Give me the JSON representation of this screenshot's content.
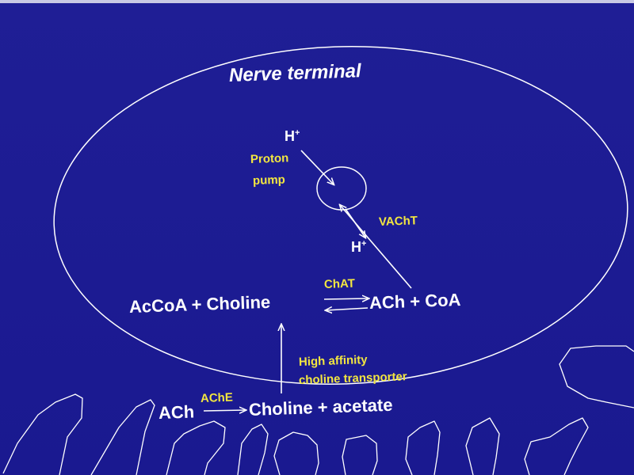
{
  "title": "Nerve terminal",
  "proton_ion_top": {
    "base": "H",
    "charge": "+"
  },
  "proton_ion_bottom": {
    "base": "H",
    "charge": "+"
  },
  "proton_pump_line1": "Proton",
  "proton_pump_line2": "pump",
  "vacht": "VAChT",
  "chat": "ChAT",
  "substrates": "AcCoA + Choline",
  "products": "ACh + CoA",
  "transporter_line1": "High affinity",
  "transporter_line2": "choline transporter",
  "ach": "ACh",
  "ache": "AChE",
  "breakdown_products": "Choline + acetate",
  "colors": {
    "background": "#1d1c92",
    "text": "#ffffff",
    "enzyme_label": "#f2e640",
    "outline": "#ffffff"
  }
}
